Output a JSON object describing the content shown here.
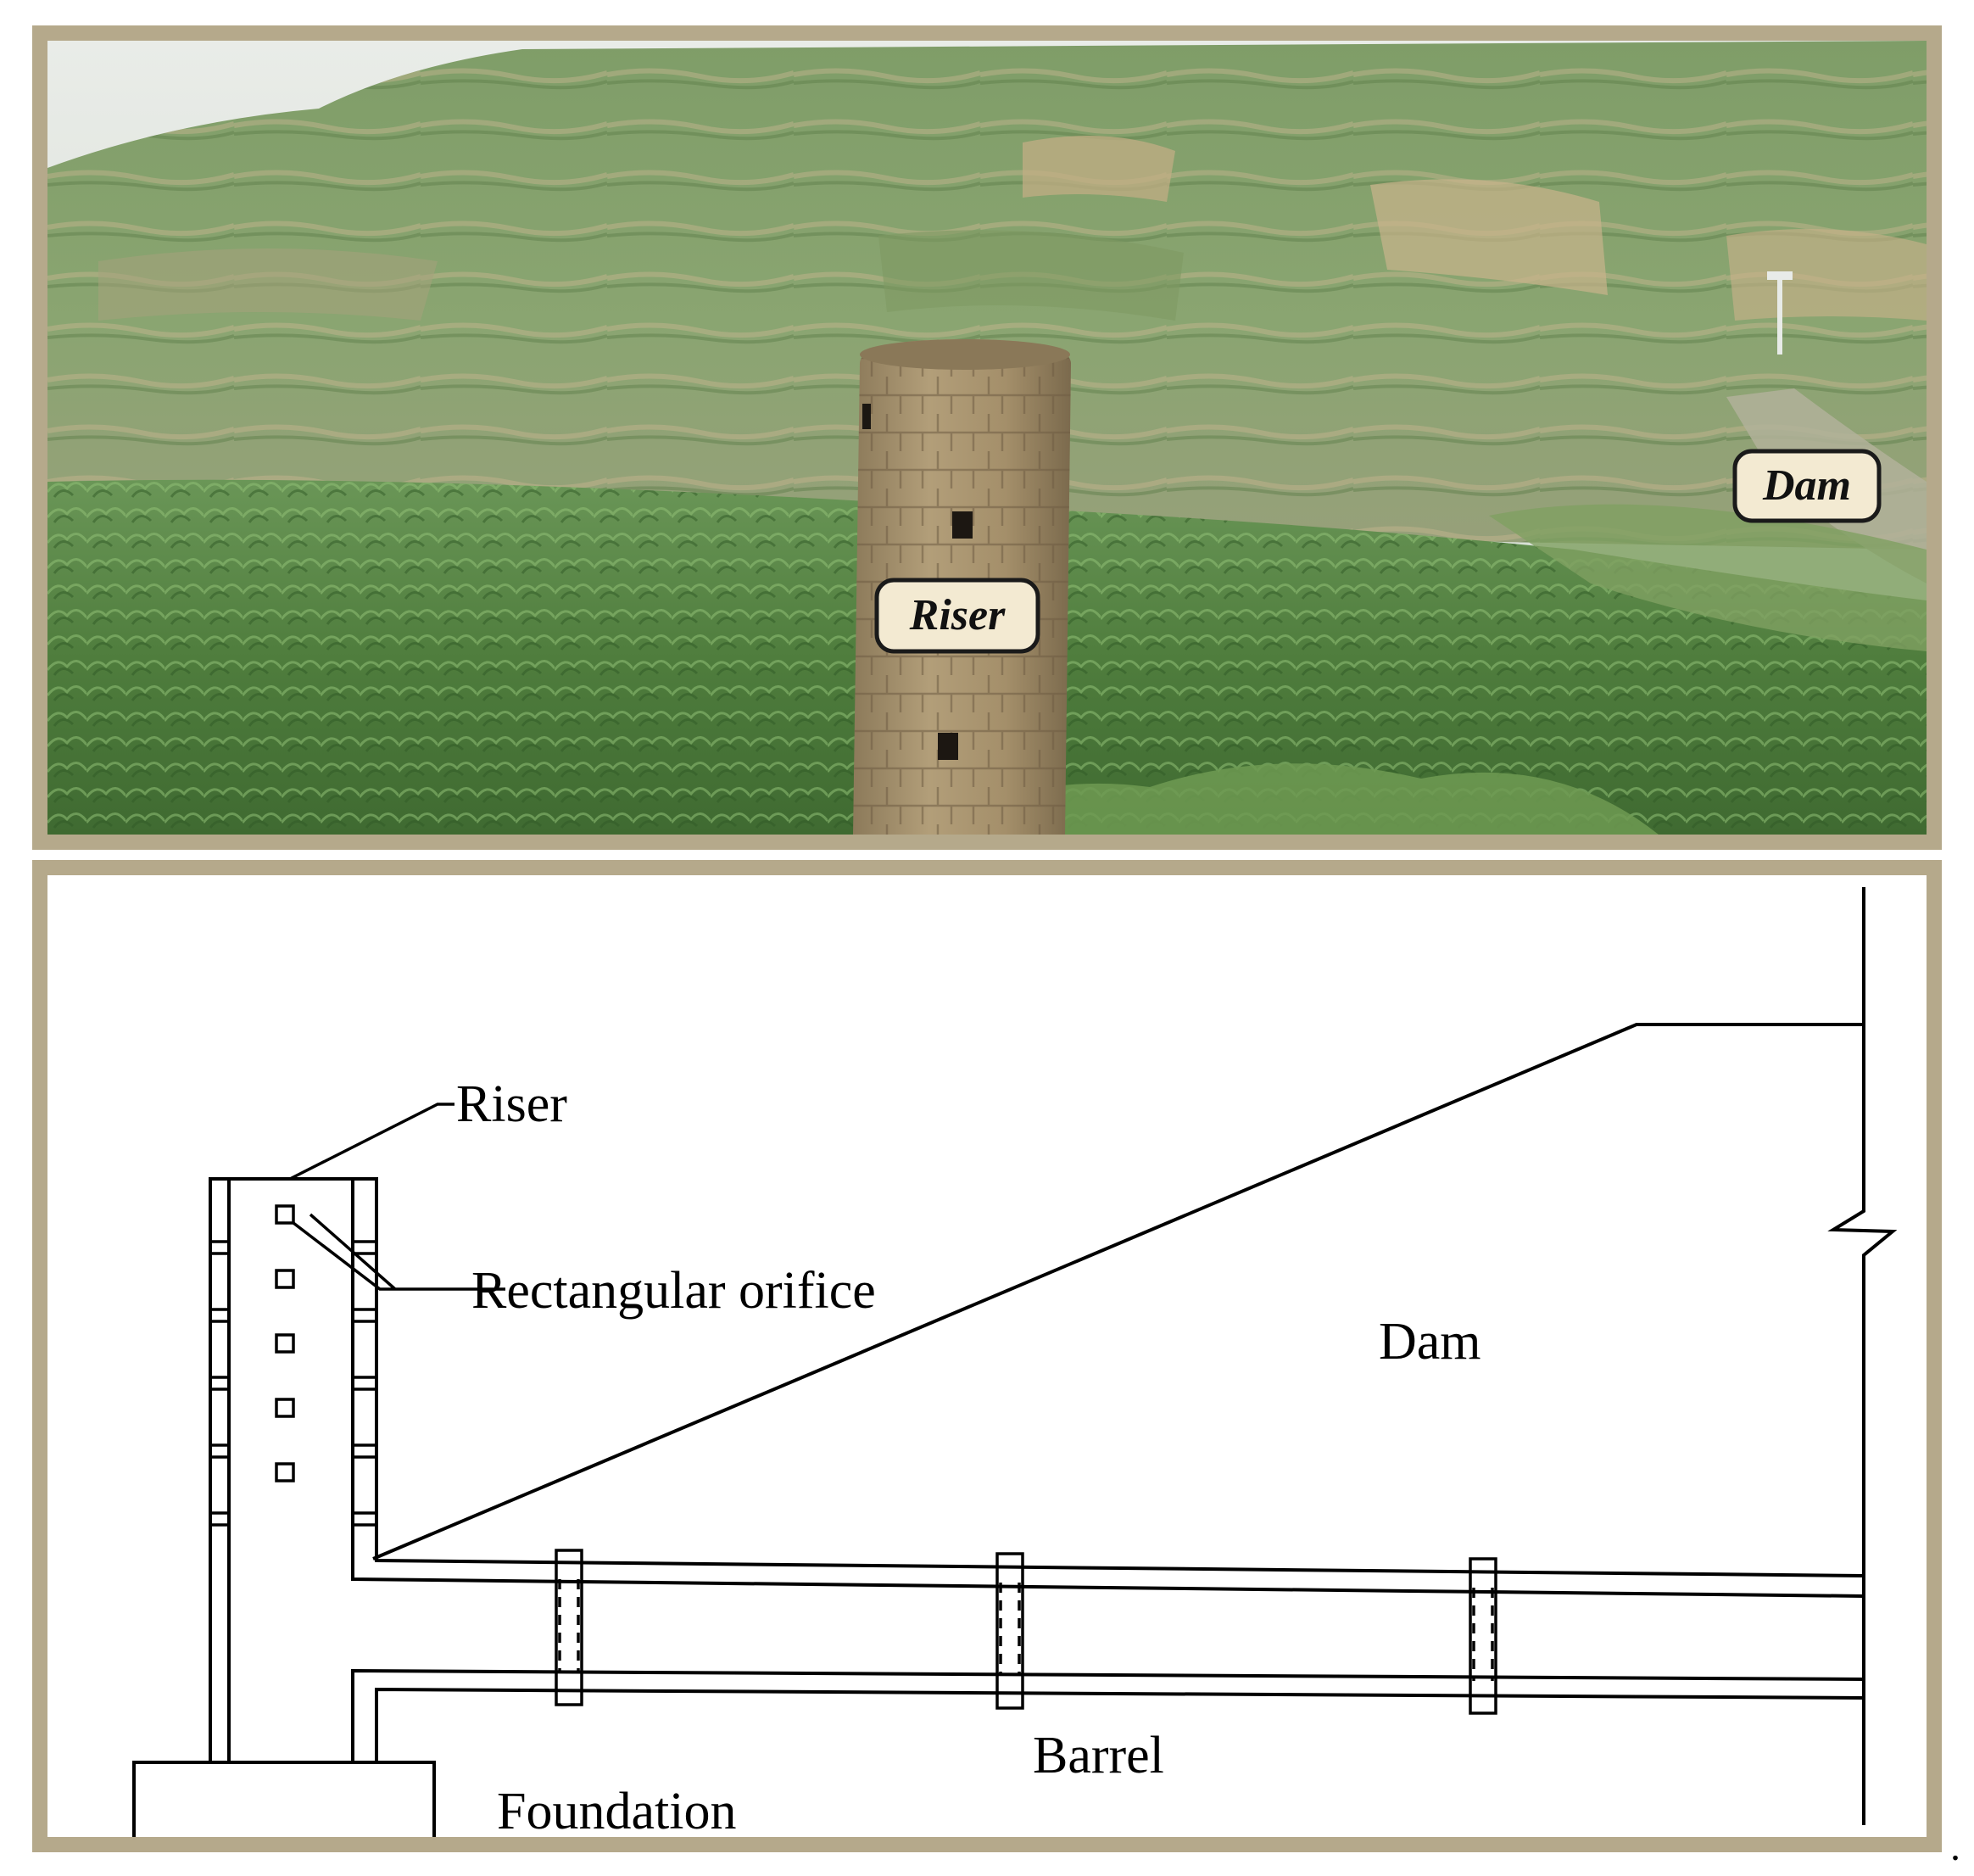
{
  "photo": {
    "labels": {
      "riser": "Riser",
      "dam": "Dam"
    },
    "colors": {
      "frame": "#b5a98b",
      "sky": "#dfe4de",
      "hills": "#8aa571",
      "crops": "#4f7d3d",
      "riser_tower": "#a8946f",
      "label_fill": "#f3ead2"
    }
  },
  "diagram": {
    "labels": {
      "riser": "Riser",
      "rectangular_orifice": "Rectangular orifice",
      "dam": "Dam",
      "barrel": "Barrel",
      "foundation": "Foundation"
    }
  },
  "trailing_mark": "."
}
